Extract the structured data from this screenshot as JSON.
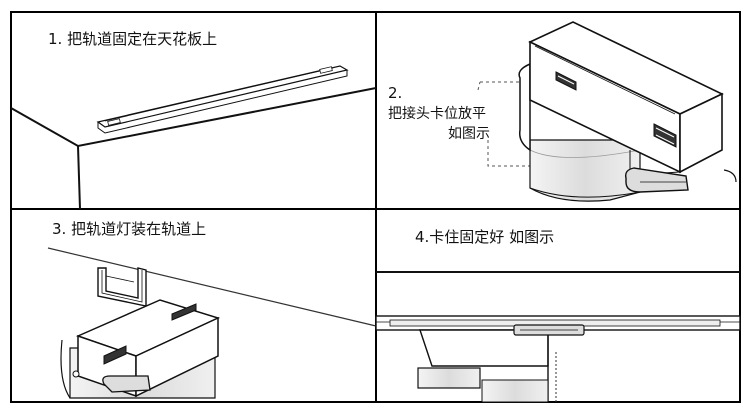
{
  "panels": [
    {
      "step": "1. 把轨道固定在天花板上"
    },
    {
      "step_line1": "2.",
      "step_line2": "把接头卡位放平",
      "step_line3": "如图示"
    },
    {
      "step": "3. 把轨道灯装在轨道上"
    },
    {
      "step": "4.卡住固定好  如图示"
    }
  ],
  "colors": {
    "line": "#111111",
    "shade": "#e8e8e8",
    "frame": "#000000"
  }
}
